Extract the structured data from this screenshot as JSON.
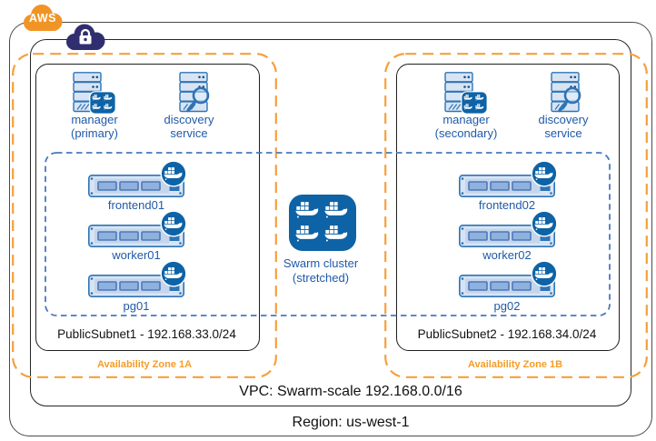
{
  "aws_logo": {
    "label": "AWS"
  },
  "region": {
    "label": "Region: us-west-1"
  },
  "vpc": {
    "label": "VPC: Swarm-scale 192.168.0.0/16"
  },
  "swarm": {
    "line1": "Swarm cluster",
    "line2": "(stretched)"
  },
  "zones": [
    {
      "label": "Availability Zone 1A",
      "subnet_label": "PublicSubnet1 - 192.168.33.0/24",
      "manager": {
        "line1": "manager",
        "line2": "(primary)"
      },
      "discovery": {
        "line1": "discovery",
        "line2": "service"
      },
      "nodes": [
        "frontend01",
        "worker01",
        "pg01"
      ]
    },
    {
      "label": "Availability Zone 1B",
      "subnet_label": "PublicSubnet2 - 192.168.34.0/24",
      "manager": {
        "line1": "manager",
        "line2": "(secondary)"
      },
      "discovery": {
        "line1": "discovery",
        "line2": "service"
      },
      "nodes": [
        "frontend02",
        "worker02",
        "pg02"
      ]
    }
  ],
  "icons": {
    "aws_logo": "orange-aws-cloud",
    "vpc_security": "navy-cloud-with-padlock",
    "manager_server": "server-tower-with-docker-containers-badge",
    "discovery_server": "server-tower-with-magnifier",
    "node_server": "rack-server-with-docker-whale-badge",
    "swarm_cluster": "docker-whale-2x2-grid"
  },
  "colors": {
    "aws_orange": "#F19426",
    "az_dash_orange": "#F5A03C",
    "az_label_orange": "#F59C28",
    "security_navy": "#312E6F",
    "docker_blue": "#0E63A6",
    "icon_border_blue": "#2E74B5",
    "icon_fill_blue": "#D8E4F4",
    "label_blue": "#1F5AA8",
    "stretch_dash_blue": "#4A78BE",
    "border_black": "#262626"
  }
}
